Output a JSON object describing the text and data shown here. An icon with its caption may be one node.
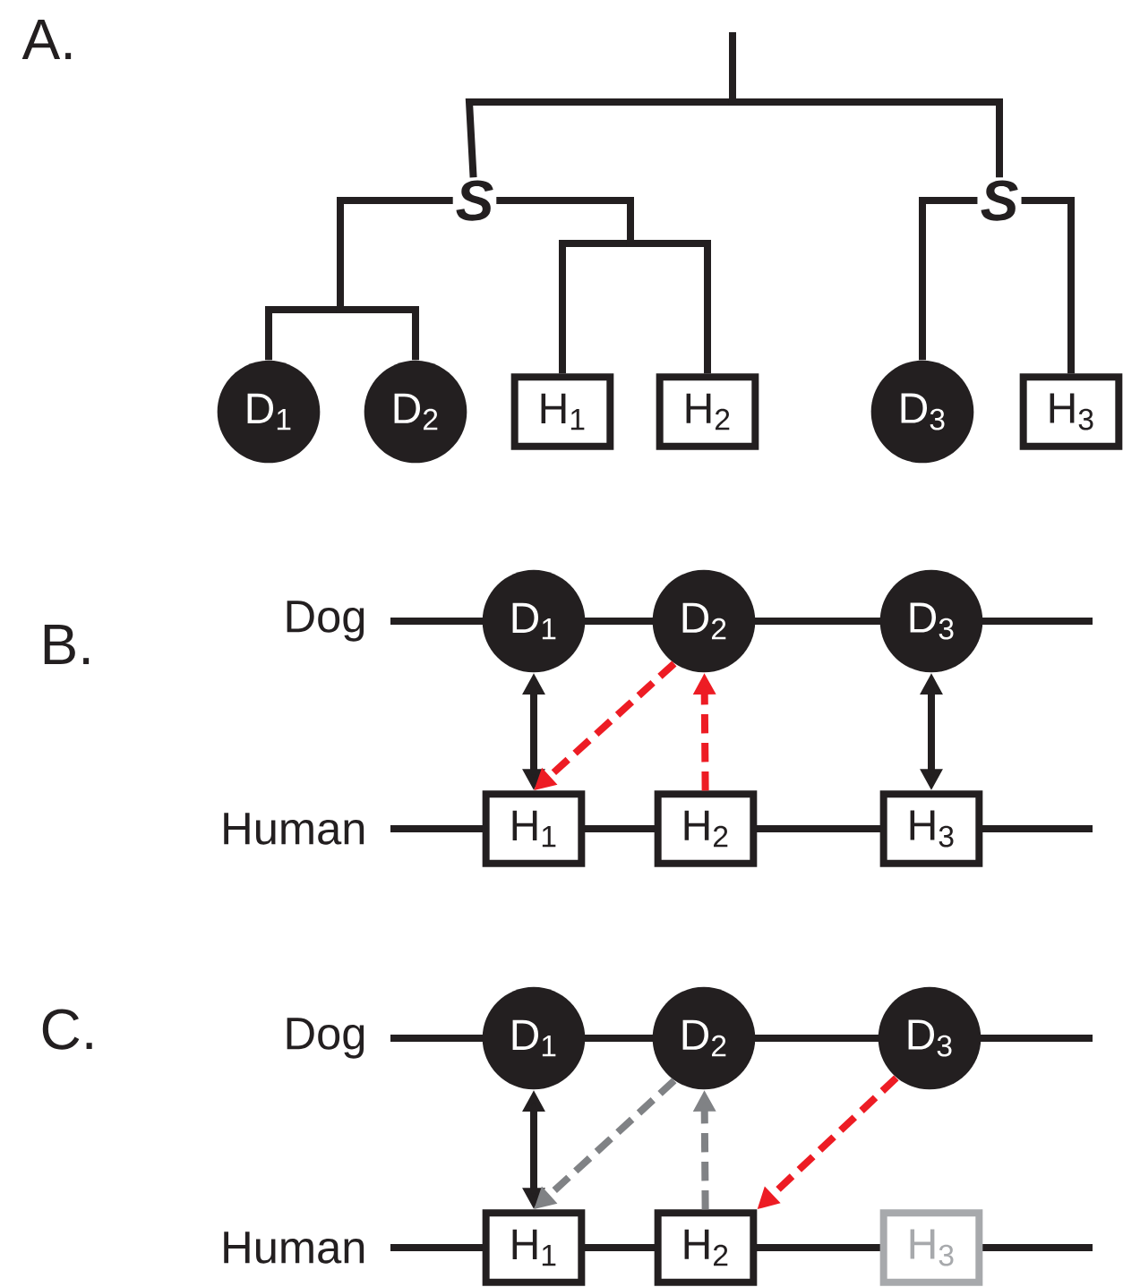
{
  "diagram": {
    "nodes": [
      {
        "text": [
          "*S*"
        ]
      },
      {
        "text": [
          "*S*"
        ]
      },
      {
        "text": [
          "D$_{1}$"
        ]
      },
      {
        "text": [
          "D$_{2}$"
        ]
      },
      {
        "text": [
          "H$_{1}$"
        ]
      },
      {
        "text": [
          "H$_{2}$"
        ]
      },
      {
        "text": [
          "D$_{3}$"
        ]
      },
      {
        "text": [
          "H$_{3}$"
        ]
      },
      {
        "text": [
          "D$_{1}$"
        ]
      },
      {
        "text": [
          "D$_{2}$"
        ]
      },
      {
        "text": [
          "D$_{3}$"
        ]
      },
      {
        "text": [
          "H$_{1}$"
        ]
      },
      {
        "text": [
          "H$_{2}$"
        ]
      },
      {
        "text": [
          "H$_{3}$"
        ]
      },
      {
        "text": [
          "D$_{1}$"
        ]
      },
      {
        "text": [
          "D$_{2}$"
        ]
      },
      {
        "text": [
          "D$_{3}$"
        ]
      },
      {
        "text": [
          "H$_{1}$"
        ]
      },
      {
        "text": [
          "H$_{2}$"
        ]
      },
      {
        "text": [
          "H$_{3}$"
        ]
      }
    ],
    "edges": [
      {
        "from": null,
        "to": 0,
        "arrow": "none"
      },
      {
        "from": null,
        "to": 1,
        "arrow": "none"
      },
      {
        "from": 0,
        "to": 2,
        "arrow": "none"
      },
      {
        "from": 0,
        "to": 3,
        "arrow": "none"
      },
      {
        "from": 0,
        "to": 4,
        "arrow": "none"
      },
      {
        "from": 0,
        "to": 5,
        "arrow": "none"
      },
      {
        "from": 1,
        "to": 6,
        "arrow": "none"
      },
      {
        "from": 1,
        "to": 7,
        "arrow": "none"
      },
      {
        "from": 8,
        "to": 11,
        "arrow": "both"
      },
      {
        "from": 9,
        "to": 11,
        "arrow": "to",
        "style": "dashed",
        "color": "#ed1c24"
      },
      {
        "from": 12,
        "to": 9,
        "arrow": "to",
        "style": "dashed",
        "color": "#ed1c24"
      },
      {
        "from": 10,
        "to": 13,
        "arrow": "both"
      },
      {
        "from": 14,
        "to": 17,
        "arrow": "both"
      },
      {
        "from": 15,
        "to": 17,
        "arrow": "to",
        "style": "dashed",
        "color": "#808285"
      },
      {
        "from": 18,
        "to": 15,
        "arrow": "to",
        "style": "dashed",
        "color": "#808285"
      },
      {
        "from": 16,
        "to": 18,
        "arrow": "to",
        "style": "dashed",
        "color": "#ed1c24"
      }
    ],
    "labels": [
      "A.",
      "B.",
      "Dog",
      "Human",
      "C.",
      "Dog",
      "Human"
    ]
  }
}
